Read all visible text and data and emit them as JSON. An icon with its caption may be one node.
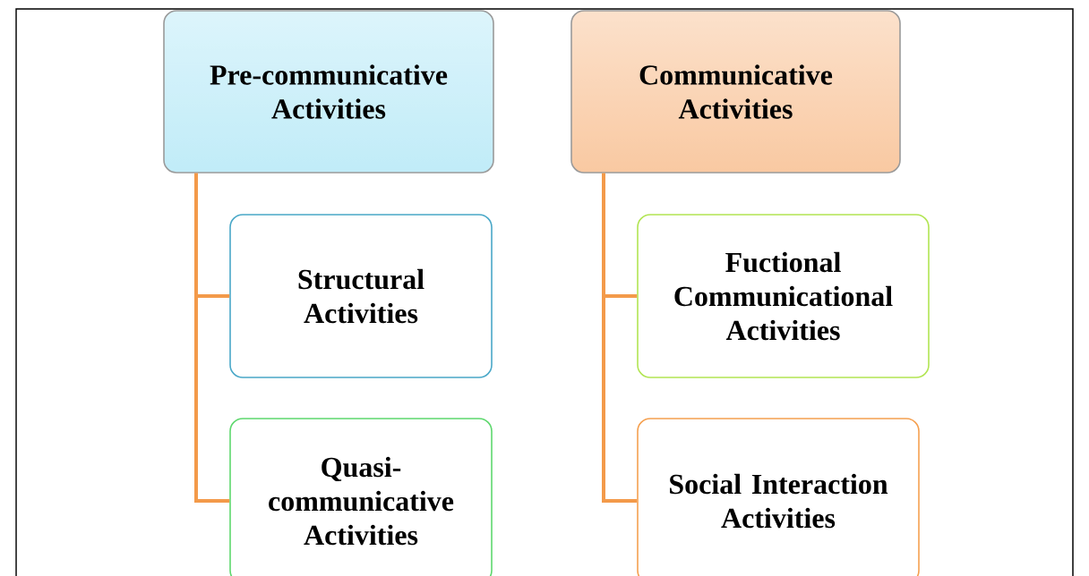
{
  "diagram": {
    "nodes": [
      {
        "text": [
          "Pre-communicative Activities"
        ]
      },
      {
        "text": [
          "Structural Activities"
        ]
      },
      {
        "text": [
          "Quasi- communicative Activities"
        ]
      },
      {
        "text": [
          "Communicative Activities"
        ]
      },
      {
        "text": [
          "Fuctional Communicational Activities"
        ]
      },
      {
        "text": [
          "Social Interaction Activities"
        ]
      }
    ],
    "edges": [
      {
        "from": 0,
        "to": 1,
        "arrow": "none"
      },
      {
        "from": 0,
        "to": 2,
        "arrow": "none"
      },
      {
        "from": 3,
        "to": 4,
        "arrow": "none"
      },
      {
        "from": 3,
        "to": 5,
        "arrow": "none"
      }
    ]
  }
}
